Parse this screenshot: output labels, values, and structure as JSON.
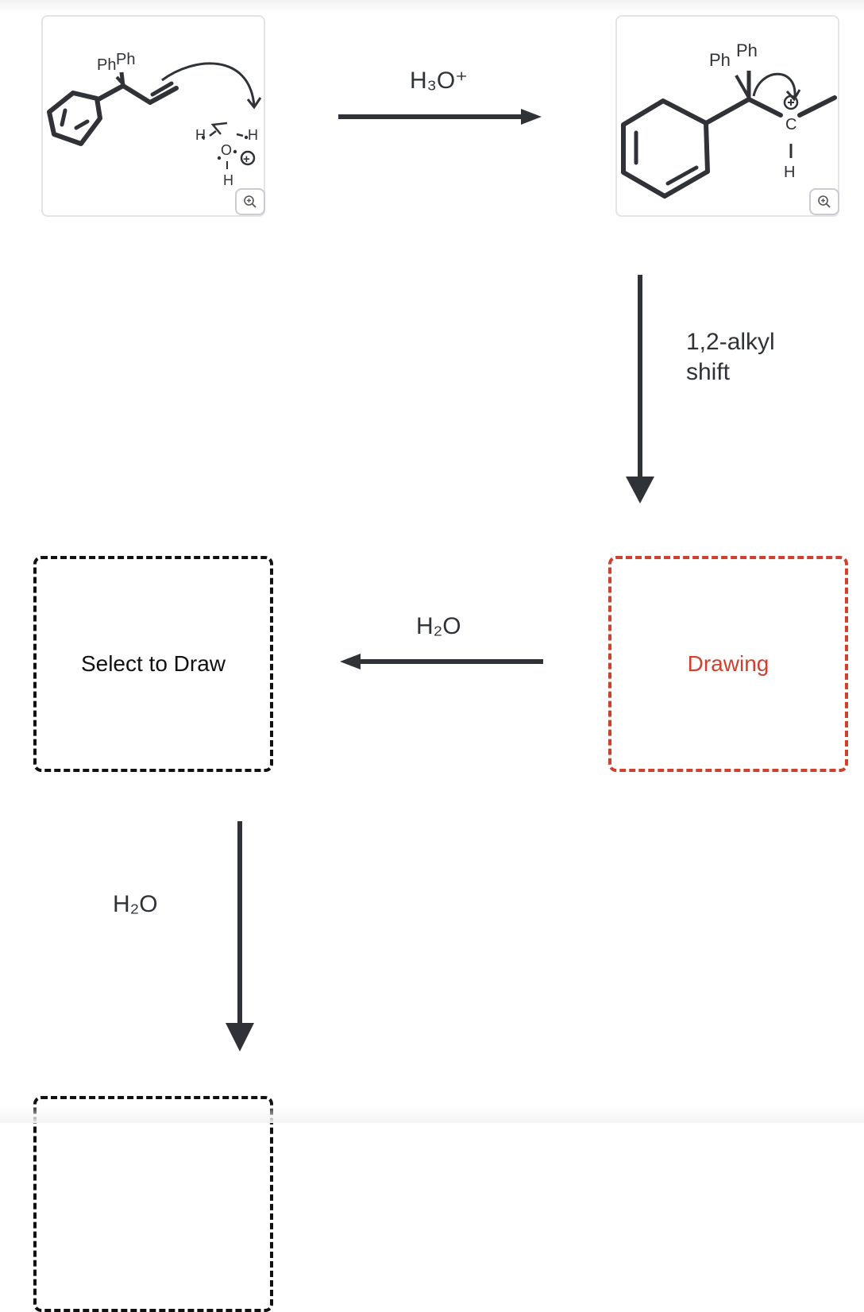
{
  "scheme": {
    "step1_reagent": "H₃O⁺",
    "step2_reagent_line1": "1,2-alkyl",
    "step2_reagent_line2": "shift",
    "step3_reagent": "H₂O",
    "step4_reagent": "H₂O"
  },
  "molecule1": {
    "labels": {
      "ph_a": "Ph",
      "ph_b": "Ph",
      "h_left": "H",
      "h_right": "H",
      "h_bottom": "H",
      "oxygen": "O",
      "charge": "+"
    }
  },
  "molecule2": {
    "labels": {
      "ph_a": "Ph",
      "ph_b": "Ph",
      "carbon": "C",
      "h_bottom": "H"
    }
  },
  "draw_boxes": {
    "left_label": "Select to Draw",
    "right_label": "Drawing"
  },
  "colors": {
    "ink": "#2f3337",
    "active_dash": "#d0402e",
    "idle_dash": "#111111"
  },
  "icons": [
    "close-icon",
    "zoom-in-icon",
    "arrow-right-icon",
    "arrow-down-icon",
    "arrow-left-icon"
  ]
}
